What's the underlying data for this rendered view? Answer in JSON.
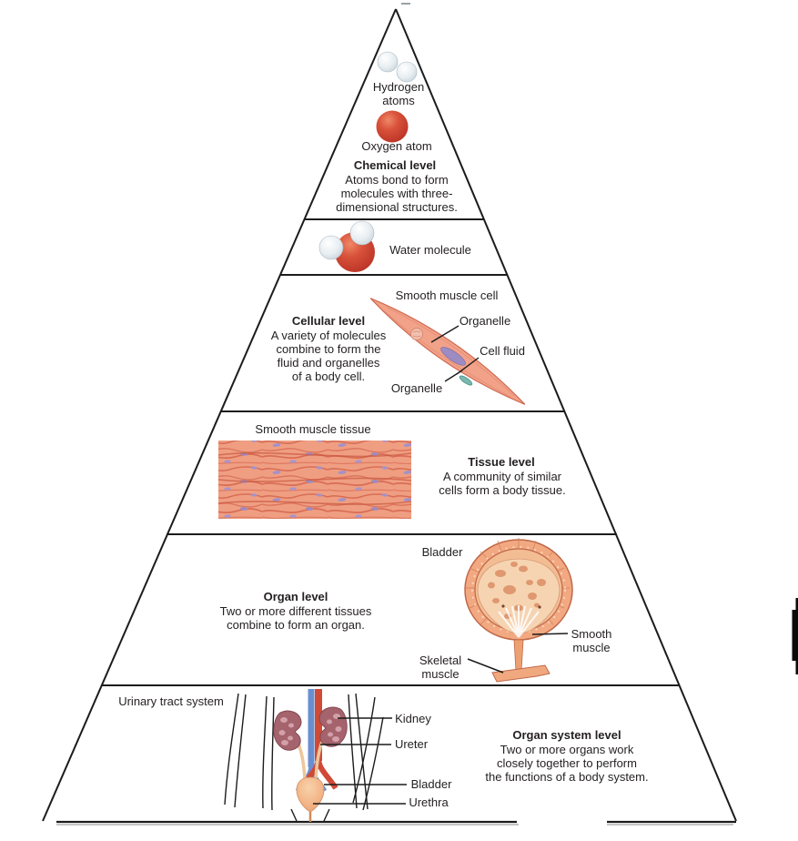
{
  "diagram": {
    "type": "pyramid-levels-of-organization",
    "levels": [
      {
        "id": "chemical",
        "heading": "Chemical level",
        "description": "Atoms bond to form\nmolecules with three-\ndimensional structures.",
        "labels": {
          "hydrogen": "Hydrogen\natoms",
          "oxygen": "Oxygen atom"
        }
      },
      {
        "id": "water-molecule",
        "labels": {
          "water": "Water molecule"
        }
      },
      {
        "id": "cellular",
        "heading": "Cellular level",
        "description": "A variety of molecules\ncombine to form the\nfluid and organelles\nof a body cell.",
        "labels": {
          "cell": "Smooth muscle cell",
          "organelle_top": "Organelle",
          "cell_fluid": "Cell fluid",
          "organelle_bottom": "Organelle"
        }
      },
      {
        "id": "tissue",
        "heading": "Tissue level",
        "description": "A community of similar\ncells form a body tissue.",
        "labels": {
          "tissue": "Smooth muscle tissue"
        }
      },
      {
        "id": "organ",
        "heading": "Organ level",
        "description": "Two or more different tissues\ncombine to form an organ.",
        "labels": {
          "bladder": "Bladder",
          "smooth_muscle": "Smooth\nmuscle",
          "skeletal_muscle": "Skeletal\nmuscle"
        }
      },
      {
        "id": "organ-system",
        "heading": "Organ system level",
        "description": "Two or more organs work\nclosely together to perform\nthe functions of a body system.",
        "labels": {
          "system": "Urinary tract system",
          "kidney": "Kidney",
          "ureter": "Ureter",
          "bladder": "Bladder",
          "urethra": "Urethra"
        }
      }
    ],
    "colors": {
      "outline": "#1c1c1c",
      "text": "#231f20",
      "oxygen_red": "#c23b27",
      "hydrogen_gray": "#d9e2e8",
      "muscle_salmon": "#ee9b80",
      "fiber_red": "#d2604a",
      "nucleus_purple": "#a291c8",
      "bladder_peach": "#f2a982",
      "kidney_maroon": "#a5636d",
      "artery_red": "#d04a36",
      "vein_blue": "#6a8fd0"
    }
  }
}
